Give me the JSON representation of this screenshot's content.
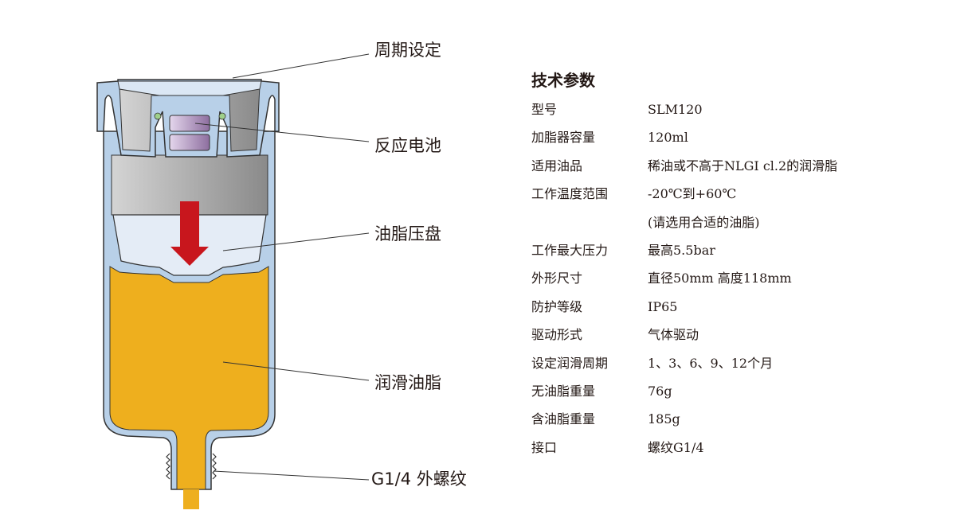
{
  "callouts": {
    "cycle_setting": "周期设定",
    "battery": "反应电池",
    "pressure_plate": "油脂压盘",
    "grease": "润滑油脂",
    "thread": "G1/4 外螺纹"
  },
  "specs": {
    "title": "技术参数",
    "rows": [
      {
        "label": "型号",
        "value": "SLM120"
      },
      {
        "label": "加脂器容量",
        "value": "120ml"
      },
      {
        "label": "适用油品",
        "value": "稀油或不高于NLGI cl.2的润滑脂"
      },
      {
        "label": "工作温度范围",
        "value": "-20℃到+60℃"
      },
      {
        "label": "",
        "value": "(请选用合适的油脂)"
      },
      {
        "label": "工作最大压力",
        "value": "最高5.5bar"
      },
      {
        "label": "外形尺寸",
        "value": "直径50mm 高度118mm"
      },
      {
        "label": "防护等级",
        "value": "IP65"
      },
      {
        "label": "驱动形式",
        "value": "气体驱动"
      },
      {
        "label": "设定润滑周期",
        "value": "1、3、6、9、12个月"
      },
      {
        "label": "无油脂重量",
        "value": "76g"
      },
      {
        "label": "含油脂重量",
        "value": "185g"
      },
      {
        "label": "接口",
        "value": "螺纹G1/4"
      }
    ]
  },
  "colors": {
    "grease": "#EEAF1E",
    "shell": "#B8D0E8",
    "arrow": "#C8161D",
    "battery": "#A58CB4"
  }
}
